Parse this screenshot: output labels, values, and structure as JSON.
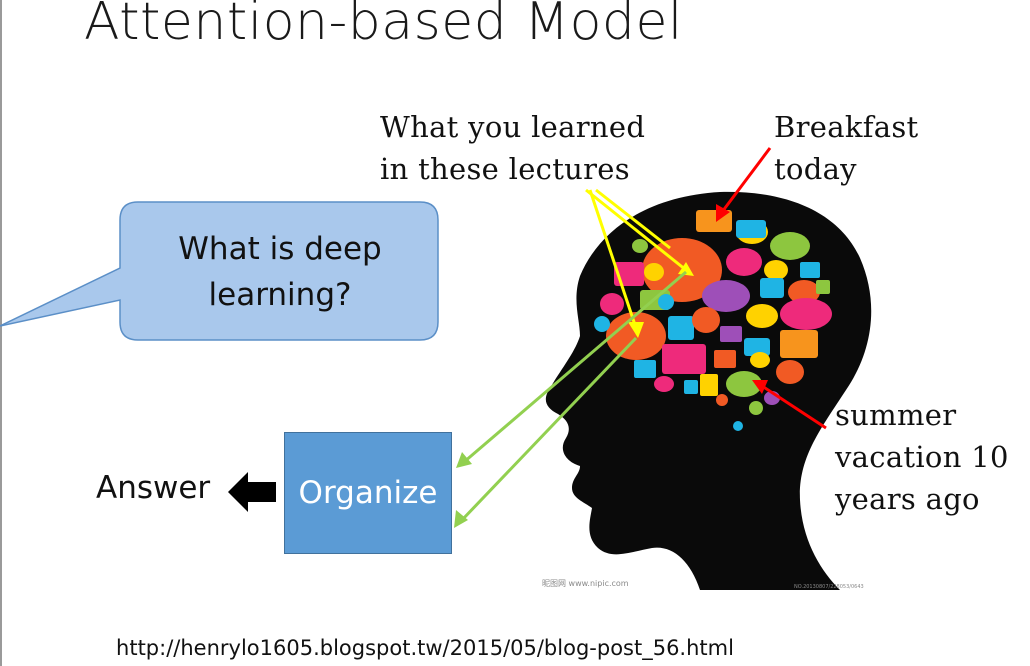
{
  "title": "Attention-based Model",
  "question": {
    "line1": "What is deep",
    "line2": "learning?"
  },
  "labels": {
    "lectures_line1": "What you learned",
    "lectures_line2": "in these lectures",
    "breakfast_line1": "Breakfast",
    "breakfast_line2": "today",
    "summer_line1": "summer",
    "summer_line2": "vacation 10",
    "summer_line3": "years ago"
  },
  "organize_label": "Organize",
  "answer_label": "Answer",
  "source_url": "http://henrylo1605.blogspot.tw/2015/05/blog-post_56.html",
  "colors": {
    "bubble_fill": "#a9c8ec",
    "bubble_stroke": "#5b8fc7",
    "organize_fill": "#5b9bd5",
    "yellow_arrow": "#ffff00",
    "red_arrow": "#ff0000",
    "green_arrow": "#92d050",
    "head": "#0a0a0a"
  }
}
